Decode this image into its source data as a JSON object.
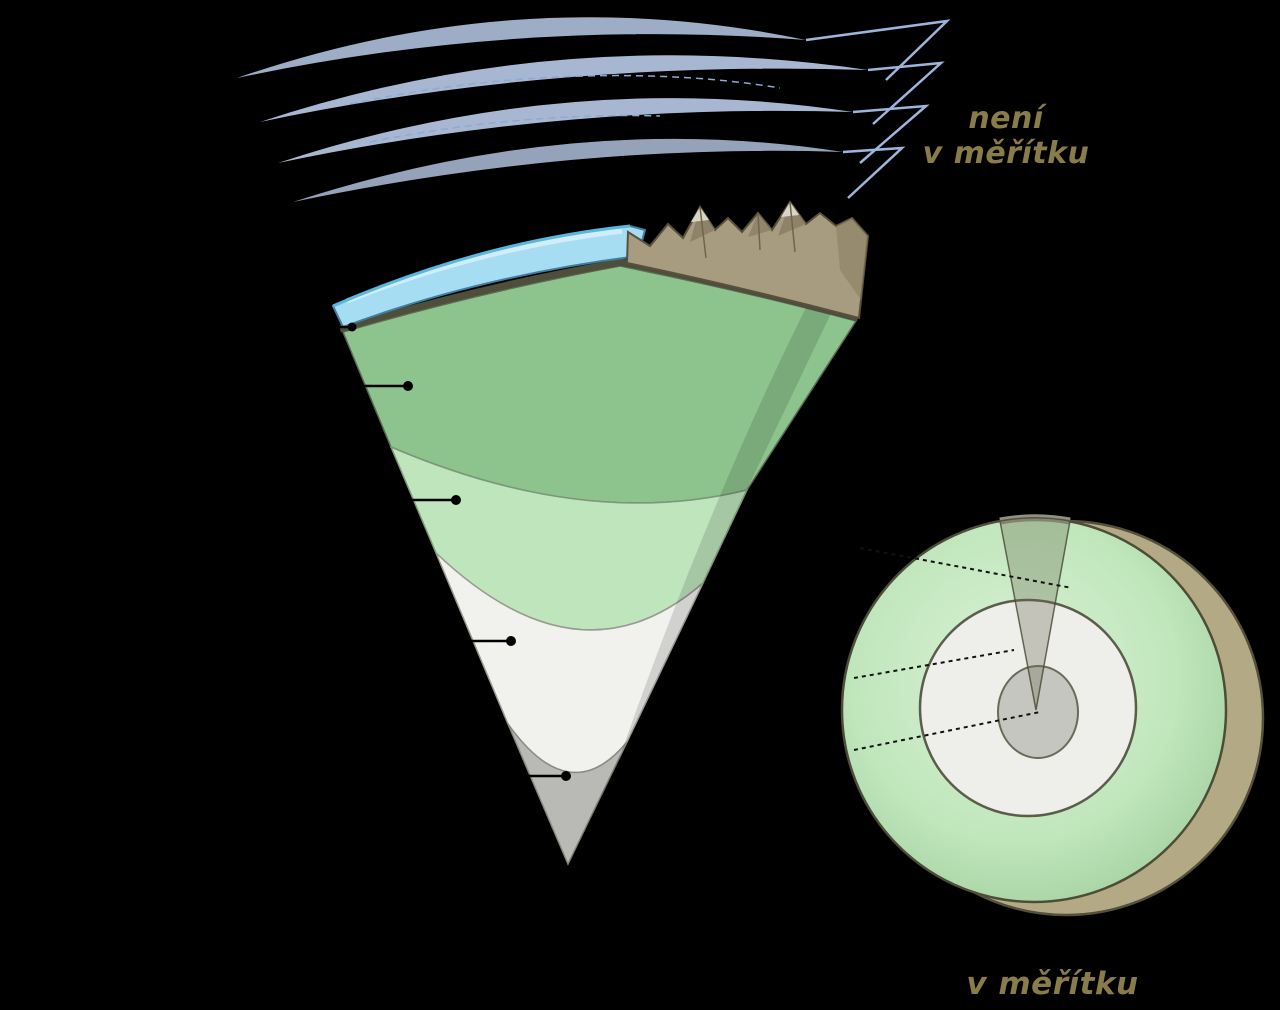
{
  "labels": {
    "not_to_scale": {
      "line1": "není",
      "line2": "v měřítku"
    },
    "to_scale": "v měřítku"
  },
  "colors": {
    "background": "#000000",
    "annotation_text": "#8a7c4a",
    "atmosphere_band": "#b9cbe8",
    "atmosphere_line": "#9db4dd",
    "ocean": "#a6ddf2",
    "ocean_highlight": "#d8f0fa",
    "ocean_edge": "#57b7dd",
    "land": "#a79c7f",
    "land_shadow": "#8a7f64",
    "snowcap": "#d9d5c6",
    "crust_line": "#4e4e3a",
    "upper_mantle": "#8dc48d",
    "lower_mantle": "#bfe5bd",
    "outer_core": "#f1f1ee",
    "inner_core": "#b9b9b5",
    "globe_rim": "#b3aa85",
    "globe_outer_core": "#eeeeea",
    "globe_inner_core": "#c6c6c0",
    "leader_line": "#000000"
  }
}
